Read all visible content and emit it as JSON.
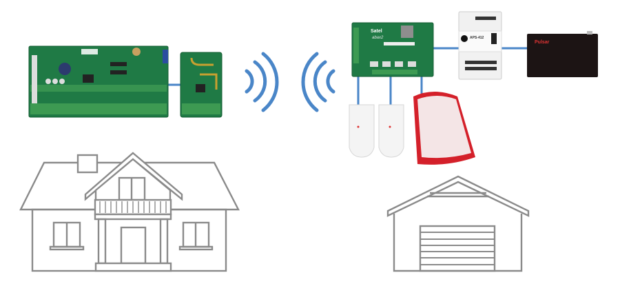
{
  "diagram": {
    "title": "Wireless link between house alarm panel and garage expander",
    "colors": {
      "link": "#4a86c8",
      "outline": "#8a8a8a",
      "pcb": "#1f7a45",
      "siren": "#d4202a"
    },
    "logos": {
      "brand": "Satel",
      "expander_model": "abax2",
      "psu_model": "APS-412",
      "battery_brand": "Pulsar"
    },
    "nodes": [
      {
        "id": "control-panel",
        "kind": "alarm control panel board"
      },
      {
        "id": "radio-module",
        "kind": "wireless transceiver module"
      },
      {
        "id": "radio-waves-tx",
        "kind": "radio signal"
      },
      {
        "id": "radio-waves-rx",
        "kind": "radio signal"
      },
      {
        "id": "expander",
        "kind": "wireless expander board"
      },
      {
        "id": "power-supply",
        "kind": "DIN power supply"
      },
      {
        "id": "battery",
        "kind": "backup battery"
      },
      {
        "id": "motion-detector-1",
        "kind": "PIR detector"
      },
      {
        "id": "motion-detector-2",
        "kind": "PIR detector"
      },
      {
        "id": "siren",
        "kind": "outdoor siren"
      },
      {
        "id": "house",
        "kind": "house outline"
      },
      {
        "id": "garage",
        "kind": "garage outline"
      }
    ]
  }
}
